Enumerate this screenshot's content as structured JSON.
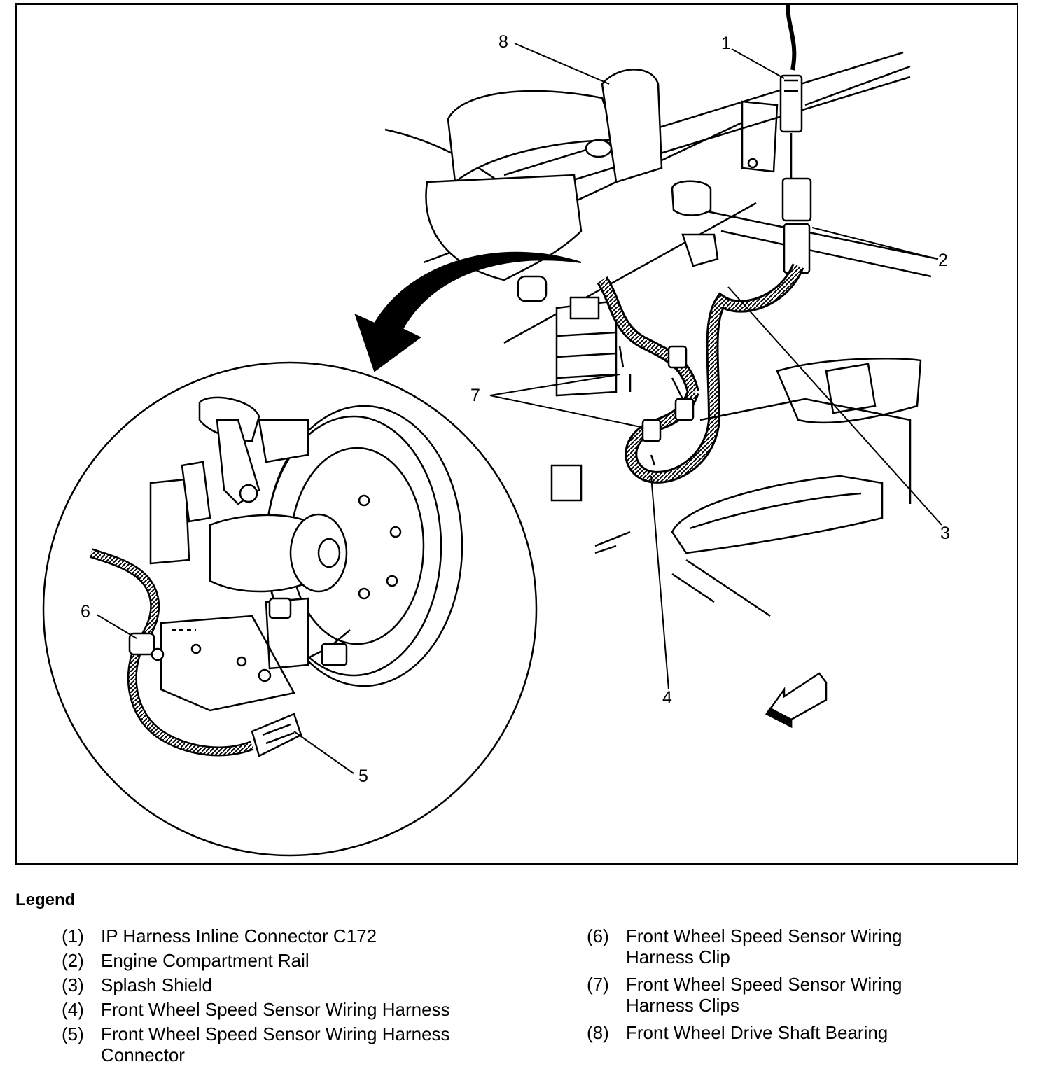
{
  "callouts": {
    "c1": "1",
    "c2": "2",
    "c3": "3",
    "c4": "4",
    "c5": "5",
    "c6": "6",
    "c7": "7",
    "c8": "8"
  },
  "legend": {
    "title": "Legend",
    "left": [
      {
        "num": "(1)",
        "text": "IP Harness Inline Connector C172"
      },
      {
        "num": "(2)",
        "text": "Engine Compartment Rail"
      },
      {
        "num": "(3)",
        "text": "Splash Shield"
      },
      {
        "num": "(4)",
        "text": "Front Wheel Speed Sensor Wiring Harness"
      },
      {
        "num": "(5)",
        "text": "Front Wheel Speed Sensor Wiring Harness Connector"
      }
    ],
    "right": [
      {
        "num": "(6)",
        "text": "Front Wheel Speed Sensor Wiring Harness Clip"
      },
      {
        "num": "(7)",
        "text": "Front Wheel Speed Sensor Wiring Harness Clips"
      },
      {
        "num": "(8)",
        "text": "Front Wheel Drive Shaft Bearing"
      }
    ]
  }
}
